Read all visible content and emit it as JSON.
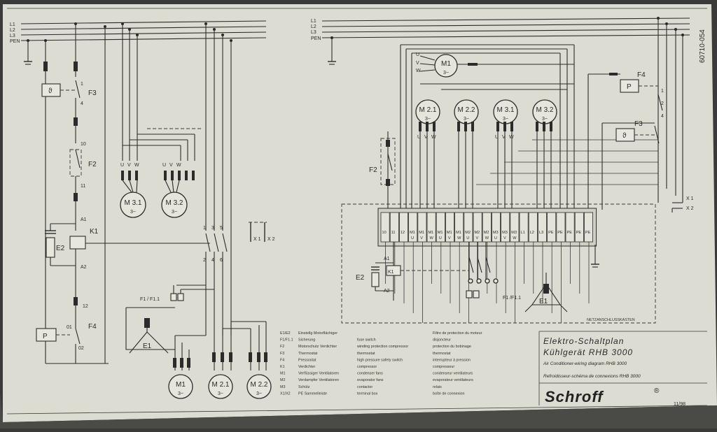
{
  "sheet": {
    "doc_number": "60710-054",
    "page_label": "11/98",
    "colors": {
      "paper": "#dcdcd2",
      "ink": "#2b2b2b",
      "background": "#3a3a3a"
    }
  },
  "supply_left": [
    "L1",
    "L2",
    "L3",
    "PEN"
  ],
  "supply_right": [
    "L1",
    "L2",
    "L3",
    "PEN"
  ],
  "left_components": {
    "f3": "F3",
    "f2": "F2",
    "k1": "K1",
    "e2": "E2",
    "f4": "F4",
    "f3_symbol": "ϑ",
    "f4_symbol": "P",
    "pin_1": "1",
    "pin_4": "4",
    "pin_10": "10",
    "pin_11": "11",
    "pin_a1": "A1",
    "pin_a2": "A2",
    "pin_12": "12",
    "pin_01": "01",
    "pin_02": "02",
    "x1": "X 1",
    "x2": "X 2",
    "contacts_top": [
      "1",
      "3",
      "5"
    ],
    "contacts_bottom": [
      "2",
      "4",
      "6"
    ],
    "f1": "F1 / F1.1",
    "e1": "E1"
  },
  "left_motors": [
    {
      "id": "m31",
      "name": "M 3.1",
      "phase": "3~"
    },
    {
      "id": "m32",
      "name": "M 3.2",
      "phase": "3~"
    },
    {
      "id": "m1",
      "name": "M1",
      "phase": "3~"
    },
    {
      "id": "m21",
      "name": "M 2.1",
      "phase": "3~"
    },
    {
      "id": "m22",
      "name": "M 2.2",
      "phase": "3~"
    }
  ],
  "uvw": [
    "U",
    "V",
    "W"
  ],
  "right_components": {
    "f2": "F2",
    "f3": "F3",
    "f4": "F4",
    "e2": "E2",
    "k1": "K1",
    "a1": "A1",
    "a2": "A2",
    "x1": "X 1",
    "x2": "X 2",
    "f1": "F1 /F1.1",
    "e1": "E1",
    "f3_symbol": "ϑ",
    "f4_symbol": "P",
    "pin_1": "1",
    "pin_2": "2",
    "pin_4": "4",
    "box_caption": "NETZANSCHLUSSKASTEN"
  },
  "right_motors": [
    {
      "id": "rm1",
      "name": "M1",
      "phase": "3~"
    },
    {
      "id": "rm21",
      "name": "M 2.1",
      "phase": "3~"
    },
    {
      "id": "rm22",
      "name": "M 2.2",
      "phase": "3~"
    },
    {
      "id": "rm31",
      "name": "M 3.1",
      "phase": "3~"
    },
    {
      "id": "rm32",
      "name": "M 3.2",
      "phase": "3~"
    }
  ],
  "terminal_strip": [
    "10",
    "11",
    "12",
    "M1",
    "M1",
    "M1",
    "M1",
    "M1",
    "M1",
    "M2",
    "M2",
    "M2",
    "M3",
    "M3",
    "M3",
    "L1",
    "L2",
    "L3",
    "PE",
    "PE",
    "PE",
    "PE",
    "PE"
  ],
  "terminal_strip_sub": [
    "",
    "",
    "",
    "U",
    "V",
    "W",
    "U",
    "V",
    "W",
    "U",
    "V",
    "W",
    "U",
    "V",
    "W",
    "",
    "",
    "",
    "",
    "",
    "",
    "",
    ""
  ],
  "legend": [
    [
      "E1/E2",
      "Einstellg Motorflächiger",
      "Filtre de protection du moteur"
    ],
    [
      "F1/F1.1",
      "Sicherung",
      "fuse switch",
      "disjoncteur"
    ],
    [
      "F2",
      "Motorschutz Verdichter",
      "winding protection compressor",
      "protection du bobinage"
    ],
    [
      "F3",
      "Thermostat",
      "thermostat",
      "thermostat"
    ],
    [
      "F4",
      "Pressostat",
      "high pressure safety switch",
      "interrupteur à pression"
    ],
    [
      "K1",
      "Verdichter",
      "compressor",
      "compresseur"
    ],
    [
      "M1",
      "Verflüssiger Ventilatoren",
      "condenser fans",
      "condenseur ventilateurs"
    ],
    [
      "M2",
      "Verdampfer Ventilatoren",
      "evaporator fans",
      "evaporateur ventilateurs"
    ],
    [
      "M3",
      "Schütz",
      "contactor",
      "relais"
    ],
    [
      "X1/X2",
      "PE Sammelleiste",
      "terminal box",
      "boîte de connexion"
    ]
  ],
  "title_block": {
    "title_de_1": "Elektro-Schaltplan",
    "title_de_2": "Kühlgerät RHB 3000",
    "title_en": "Air Conditioner-wiring diagram RHB 3000",
    "title_fr": "Refroidisseur-schéma de connexions RHB 3000",
    "brand": "Schroff",
    "brand_mark": "®"
  }
}
